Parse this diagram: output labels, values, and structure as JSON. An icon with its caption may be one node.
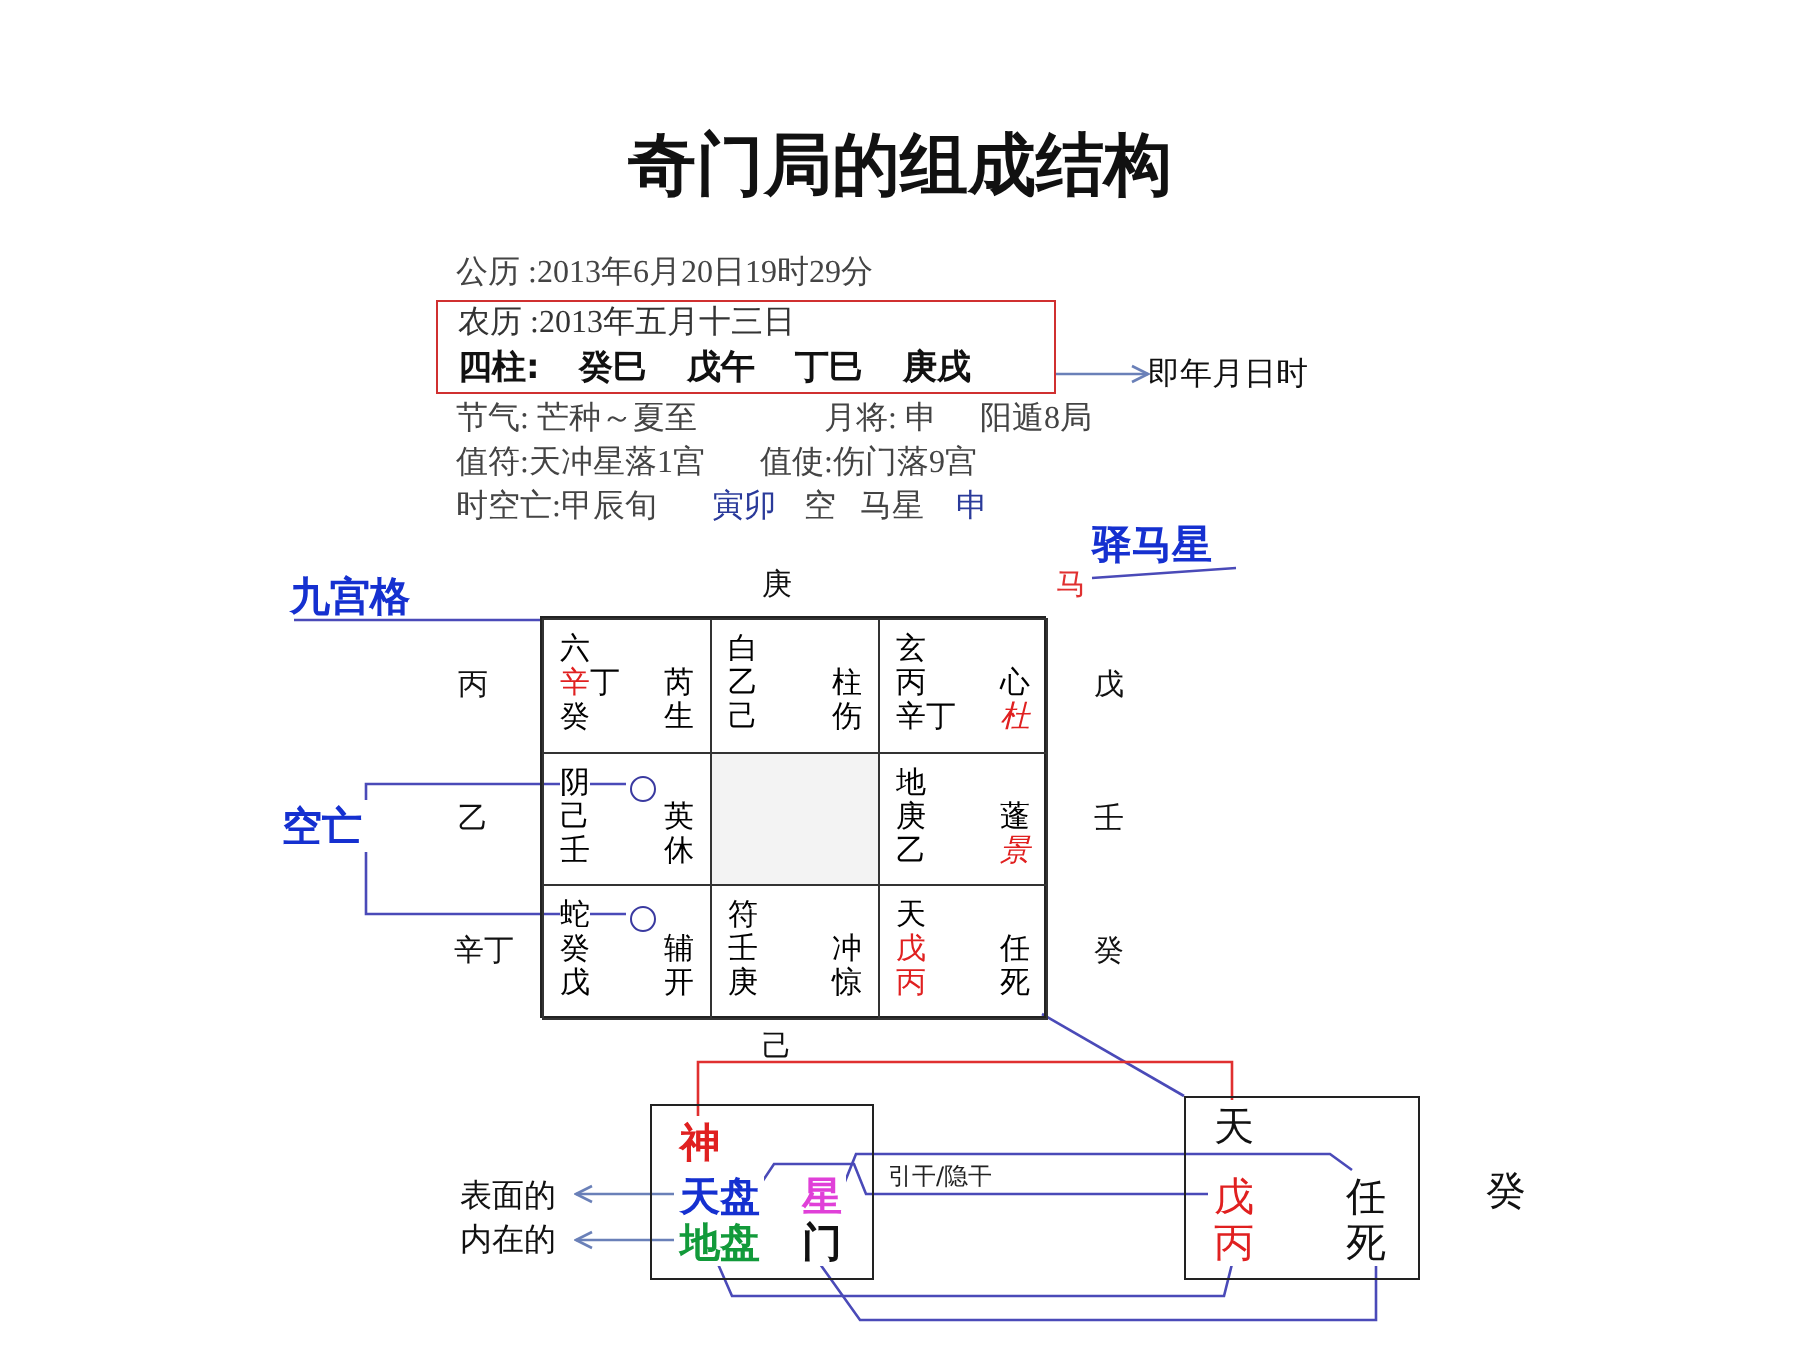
{
  "diagram": {
    "title": "奇门局的组成结构",
    "nodes": [
      {
        "text": [
          "农历 :2013年五月十三日",
          "四柱: 癸巳 戊午 丁巳 庚戌"
        ]
      },
      {
        "text": [
          "即年月日时"
        ]
      },
      {
        "text": [
          "九宫格"
        ]
      },
      {
        "text": [
          "驿马星"
        ]
      },
      {
        "text": [
          "马"
        ]
      },
      {
        "text": [],
        "shape": "box"
      },
      {
        "text": [
          "六",
          "辛",
          "丁",
          "芮",
          "癸",
          "生"
        ],
        "in": 5
      },
      {
        "text": [
          "白",
          "乙",
          "柱",
          "己",
          "伤"
        ],
        "in": 5
      },
      {
        "text": [
          "玄",
          "丙",
          "心",
          "辛丁",
          "杜"
        ],
        "in": 5
      },
      {
        "text": [
          "阴",
          "己",
          "英",
          "壬",
          "休"
        ],
        "in": 5
      },
      {
        "text": [],
        "shape": "circle",
        "in": 9
      },
      {
        "text": [],
        "shape": "box",
        "in": 5
      },
      {
        "text": [
          "地",
          "庚",
          "蓬",
          "乙",
          "景"
        ],
        "in": 5
      },
      {
        "text": [
          "蛇",
          "癸",
          "辅",
          "戊",
          "开"
        ],
        "in": 5
      },
      {
        "text": [],
        "shape": "circle",
        "in": 13
      },
      {
        "text": [
          "符",
          "壬",
          "冲",
          "庚",
          "惊"
        ],
        "in": 5
      },
      {
        "text": [
          "天",
          "戊",
          "任",
          "丙",
          "死"
        ],
        "in": 5
      },
      {
        "text": [
          "空亡"
        ]
      },
      {
        "text": [],
        "shape": "box"
      },
      {
        "text": [
          "神"
        ],
        "in": 18
      },
      {
        "text": [
          "天盘"
        ],
        "in": 18
      },
      {
        "text": [
          "星"
        ],
        "in": 18
      },
      {
        "text": [
          "地盘"
        ],
        "in": 18
      },
      {
        "text": [
          "门"
        ],
        "in": 18
      },
      {
        "text": [
          "表面的"
        ]
      },
      {
        "text": [
          "内在的"
        ]
      },
      {
        "text": [],
        "shape": "box"
      },
      {
        "text": [
          "天"
        ],
        "in": 26
      },
      {
        "text": [
          "戊"
        ],
        "in": 26
      },
      {
        "text": [
          "任"
        ],
        "in": 26
      },
      {
        "text": [
          "丙"
        ],
        "in": 26
      },
      {
        "text": [
          "死"
        ],
        "in": 26
      }
    ],
    "edges": [
      {
        "from": 0,
        "to": 1,
        "arrow": "to"
      },
      {
        "from": 2,
        "to": 5,
        "arrow": "none"
      },
      {
        "from": 3,
        "to": 4,
        "arrow": "none"
      },
      {
        "from": 17,
        "to": 10,
        "arrow": "none"
      },
      {
        "from": 17,
        "to": 14,
        "arrow": "none"
      },
      {
        "from": 16,
        "to": 26,
        "arrow": "none"
      },
      {
        "from": 19,
        "to": 27,
        "arrow": "none",
        "color": "#e03030"
      },
      {
        "from": 20,
        "to": 28,
        "arrow": "none",
        "label": "引干/隐干"
      },
      {
        "from": 21,
        "to": 29,
        "arrow": "none"
      },
      {
        "from": 22,
        "to": 30,
        "arrow": "none"
      },
      {
        "from": 23,
        "to": 31,
        "arrow": "none"
      },
      {
        "from": 20,
        "to": 24,
        "arrow": "to"
      },
      {
        "from": 22,
        "to": 25,
        "arrow": "to"
      }
    ],
    "labels": [
      "公历 :2013年6月20日19时29分",
      "节气: 芒种～夏至",
      "月将: 申",
      "阳遁8局",
      "值符:天冲星落1宫",
      "值使:伤门落9宫",
      "时空亡:甲辰旬",
      "寅卯",
      "空",
      "马星",
      "申",
      "庚",
      "丙",
      "戊",
      "乙",
      "壬",
      "辛丁",
      "癸",
      "己",
      "癸"
    ]
  }
}
